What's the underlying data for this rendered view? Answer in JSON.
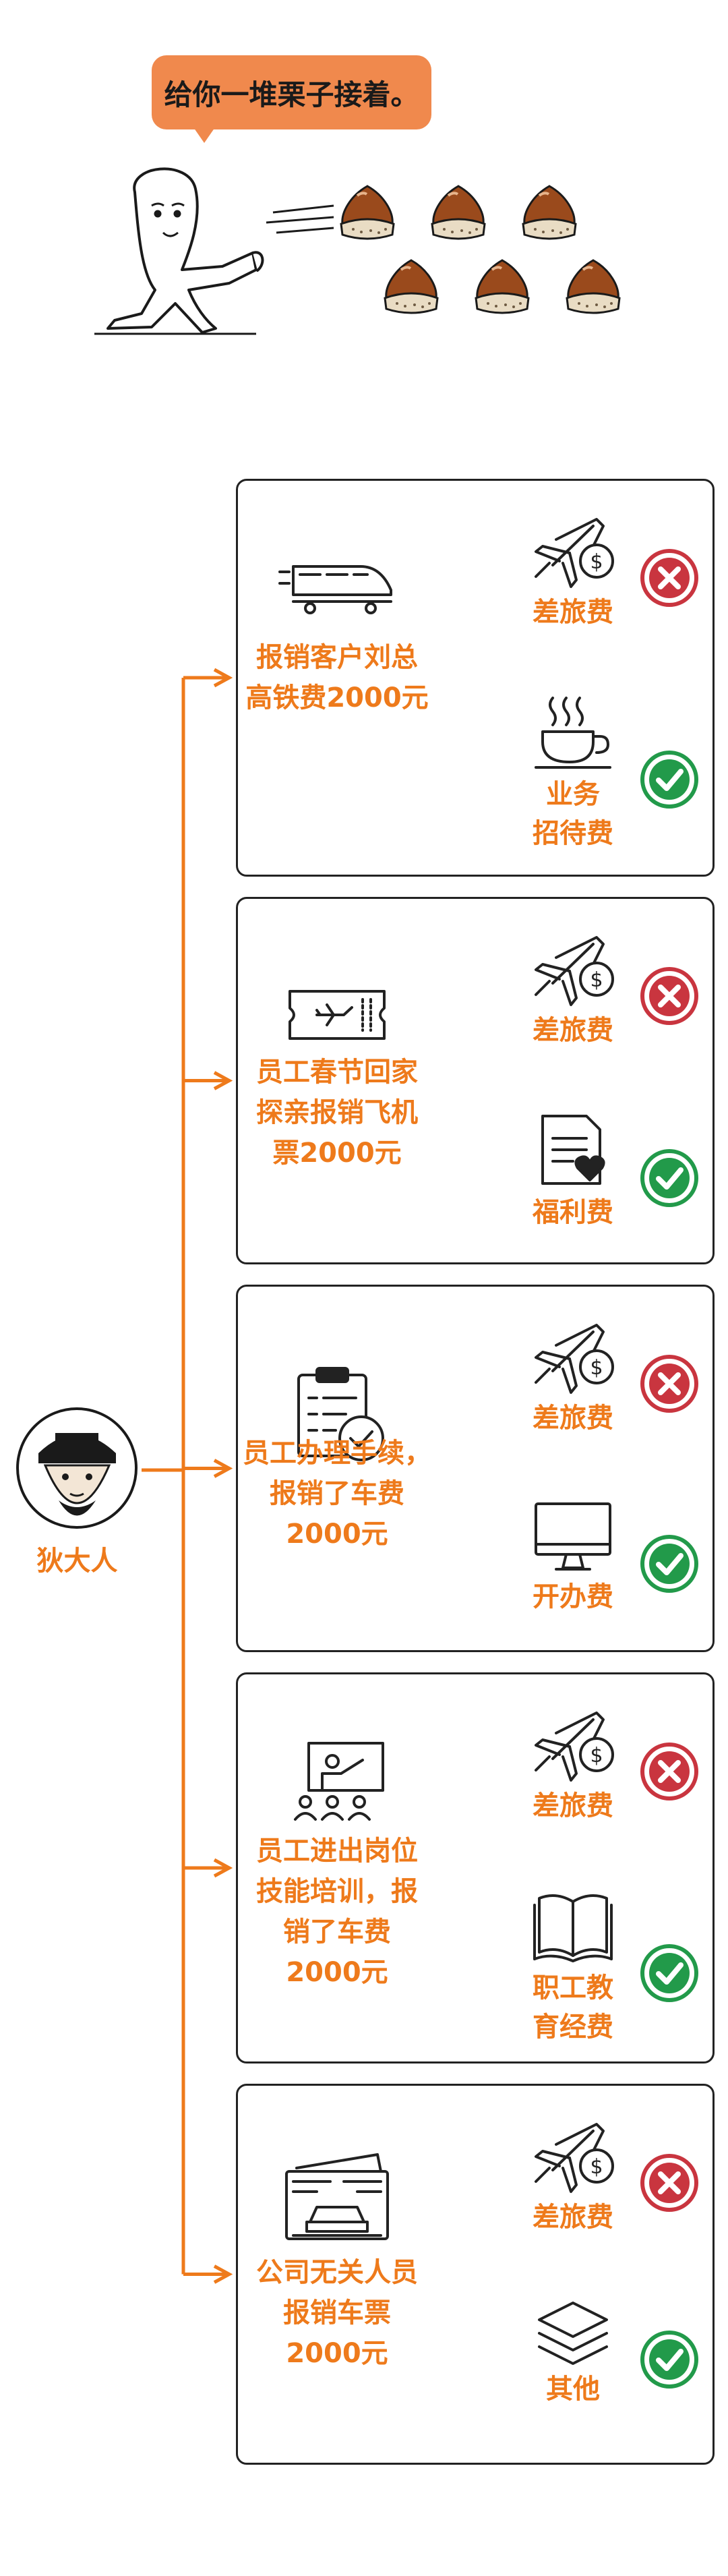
{
  "speech_bubble": {
    "text": "给你一堆栗子接着。"
  },
  "person": {
    "name": "狄大人"
  },
  "cases": [
    {
      "label_lines": [
        "报销客户刘总",
        "高铁费2000元"
      ],
      "icon": "train-icon",
      "options": [
        {
          "label_lines": [
            "差旅费"
          ],
          "icon": "plane-dollar-icon",
          "verdict": "wrong"
        },
        {
          "label_lines": [
            "业务",
            "招待费"
          ],
          "icon": "coffee-cup-icon",
          "verdict": "correct"
        }
      ]
    },
    {
      "label_lines": [
        "员工春节回家",
        "探亲报销飞机",
        "票2000元"
      ],
      "icon": "plane-ticket-icon",
      "options": [
        {
          "label_lines": [
            "差旅费"
          ],
          "icon": "plane-dollar-icon",
          "verdict": "wrong"
        },
        {
          "label_lines": [
            "福利费"
          ],
          "icon": "document-heart-icon",
          "verdict": "correct"
        }
      ]
    },
    {
      "label_lines": [
        "员工办理手续，",
        "报销了车费",
        "2000元"
      ],
      "icon": "clipboard-check-icon",
      "options": [
        {
          "label_lines": [
            "差旅费"
          ],
          "icon": "plane-dollar-icon",
          "verdict": "wrong"
        },
        {
          "label_lines": [
            "开办费"
          ],
          "icon": "monitor-icon",
          "verdict": "correct"
        }
      ]
    },
    {
      "label_lines": [
        "员工进出岗位",
        "技能培训，报",
        "销了车费",
        "2000元"
      ],
      "icon": "training-class-icon",
      "options": [
        {
          "label_lines": [
            "差旅费"
          ],
          "icon": "plane-dollar-icon",
          "verdict": "wrong"
        },
        {
          "label_lines": [
            "职工教",
            "育经费"
          ],
          "icon": "open-book-icon",
          "verdict": "correct"
        }
      ]
    },
    {
      "label_lines": [
        "公司无关人员",
        "报销车票",
        "2000元"
      ],
      "icon": "car-ticket-icon",
      "options": [
        {
          "label_lines": [
            "差旅费"
          ],
          "icon": "plane-dollar-icon",
          "verdict": "wrong"
        },
        {
          "label_lines": [
            "其他"
          ],
          "icon": "layers-icon",
          "verdict": "correct"
        }
      ]
    }
  ],
  "colors": {
    "accent": "#ee7a1b",
    "wrong": "#c9353f",
    "correct": "#229a4a",
    "ink": "#222222"
  }
}
